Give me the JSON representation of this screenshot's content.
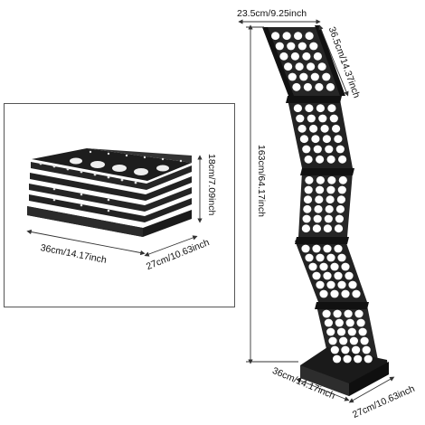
{
  "inset": {
    "width_label": "36cm/14.17inch",
    "depth_label": "27cm/10.63inch",
    "height_label": "18cm/7.09inch"
  },
  "stand": {
    "top_width_label": "23.5cm/9.25inch",
    "shelf_depth_label": "36.5cm/14.37inch",
    "total_height_label": "163cm/64.17inch",
    "base_width_label": "36cm/14.17inch",
    "base_depth_label": "27cm/10.63inch"
  },
  "colors": {
    "metal": "#2a2a2a",
    "metal_dark": "#141414",
    "holes": "#ffffff",
    "dim_line": "#333333"
  }
}
